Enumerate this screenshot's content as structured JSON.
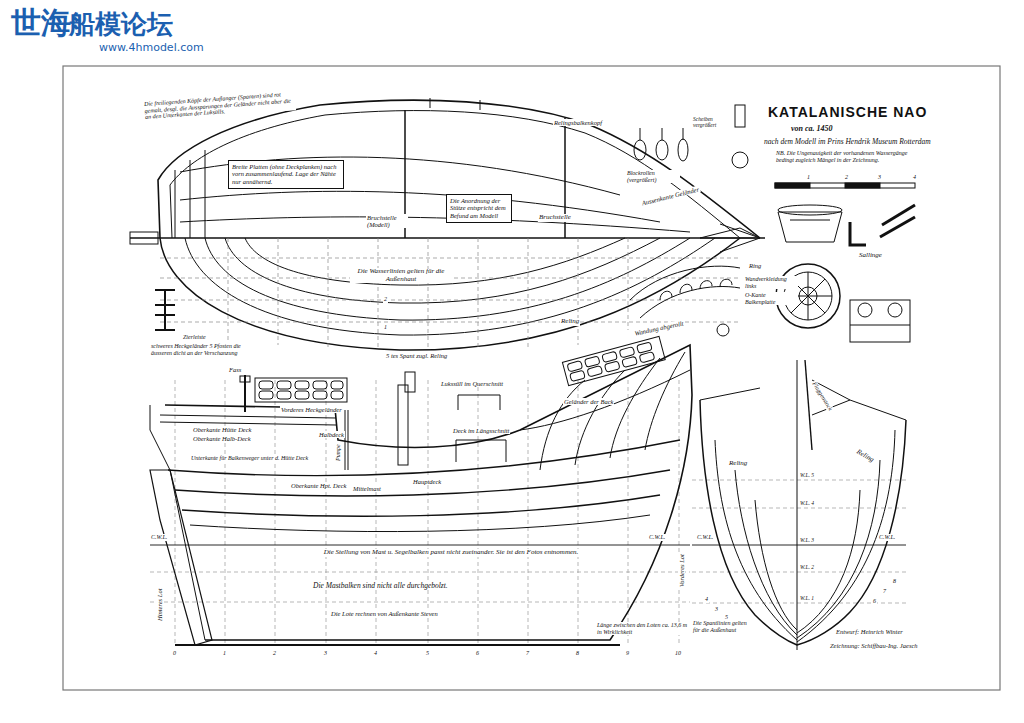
{
  "diagram": {
    "title": "KATALANISCHE NAO",
    "nodes": [
      {
        "text": [
          "Breite Platten (ohne Deckplanken) nach vorn zusammenlaufend. Lage der Nähte nur annähernd."
        ]
      },
      {
        "text": [
          "Die Anordnung der Stütze entspricht dem Befund am Modell"
        ]
      }
    ],
    "labels": [
      "世海",
      "船模论坛",
      "www.4hmodel.com",
      "von ca. 1450",
      "nach dem Modell im Prins Hendrik Museum Rotterdam",
      "NB. Die Ungenauigkeit der vorhandenen Wassergänge bedingt zugleich Mängel in der Zeichnung.",
      "1",
      "2",
      "3",
      "4",
      "Die freiliegenden Köpfe der Auflanger (Spanten) sind rot gemalt, desgl. die Aussparungen der Geländer nicht aber die an den Unterkanten der Luksülls.",
      "Bruchstelle (Modell)",
      "Bruchstelle",
      "Relingsbalkenkopf",
      "Blockrollen (vergrößert)",
      "Scheiben vergrößert",
      "Aussenkante Geländer",
      "Die Wasserlinien gelten für die Außenhaut",
      "Reling",
      "Zierleiste",
      "5 tes Spant zugl. Reling",
      "1",
      "2",
      "Ring",
      "Wandverkleidung links",
      "O-Kante Balkenplatte",
      "Wandung abgerollt",
      "Sallinge",
      "Geländer der Back",
      "Lukssüll im Querschnitt",
      "Deck im Längsschnitt",
      "schweres Heckgeländer 5 Pfosten die äusseren dicht an der Verschanzung",
      "Fass",
      "Vorderes Heckgeländer",
      "Oberkante Hütte Deck",
      "Oberkante Halb-Deck",
      "Halbdeck",
      "Unterkante für Balkenweger unter d. Hütte Deck",
      "Oberkante Hpt. Deck",
      "Mittelmast",
      "Hauptdeck",
      "Pumpe",
      "Die Stellung von Mast u. Segelbalken passt nicht zueinander. Sie ist den Fotos entnommen.",
      "Die Mastbalken sind nicht alle durchgebolzt.",
      "Die Lote rechnen von Außenkante Steven",
      "C.W.L.",
      "C.W.L.",
      "C.W.L.",
      "C.W.L.",
      "Hinteres Lot",
      "Vorderes Lot",
      "0",
      "1",
      "2",
      "3",
      "4",
      "5",
      "6",
      "7",
      "8",
      "9",
      "10",
      "Länge zwischen den Loten ca. 13,6 m in Wirklichkeit",
      "Reling",
      "Reling",
      "W.L. 5",
      "W.L. 4",
      "W.L. 3",
      "W.L. 2",
      "W.L. 1",
      "4",
      "3",
      "5",
      "6",
      "7",
      "8",
      "Die Spantlinien gelten für die Außenhaut",
      "Entwurf: Heinrich Winter",
      "Zeichnung: Schiffbau-Ing. Jaesch",
      "Flaggenstock"
    ]
  }
}
